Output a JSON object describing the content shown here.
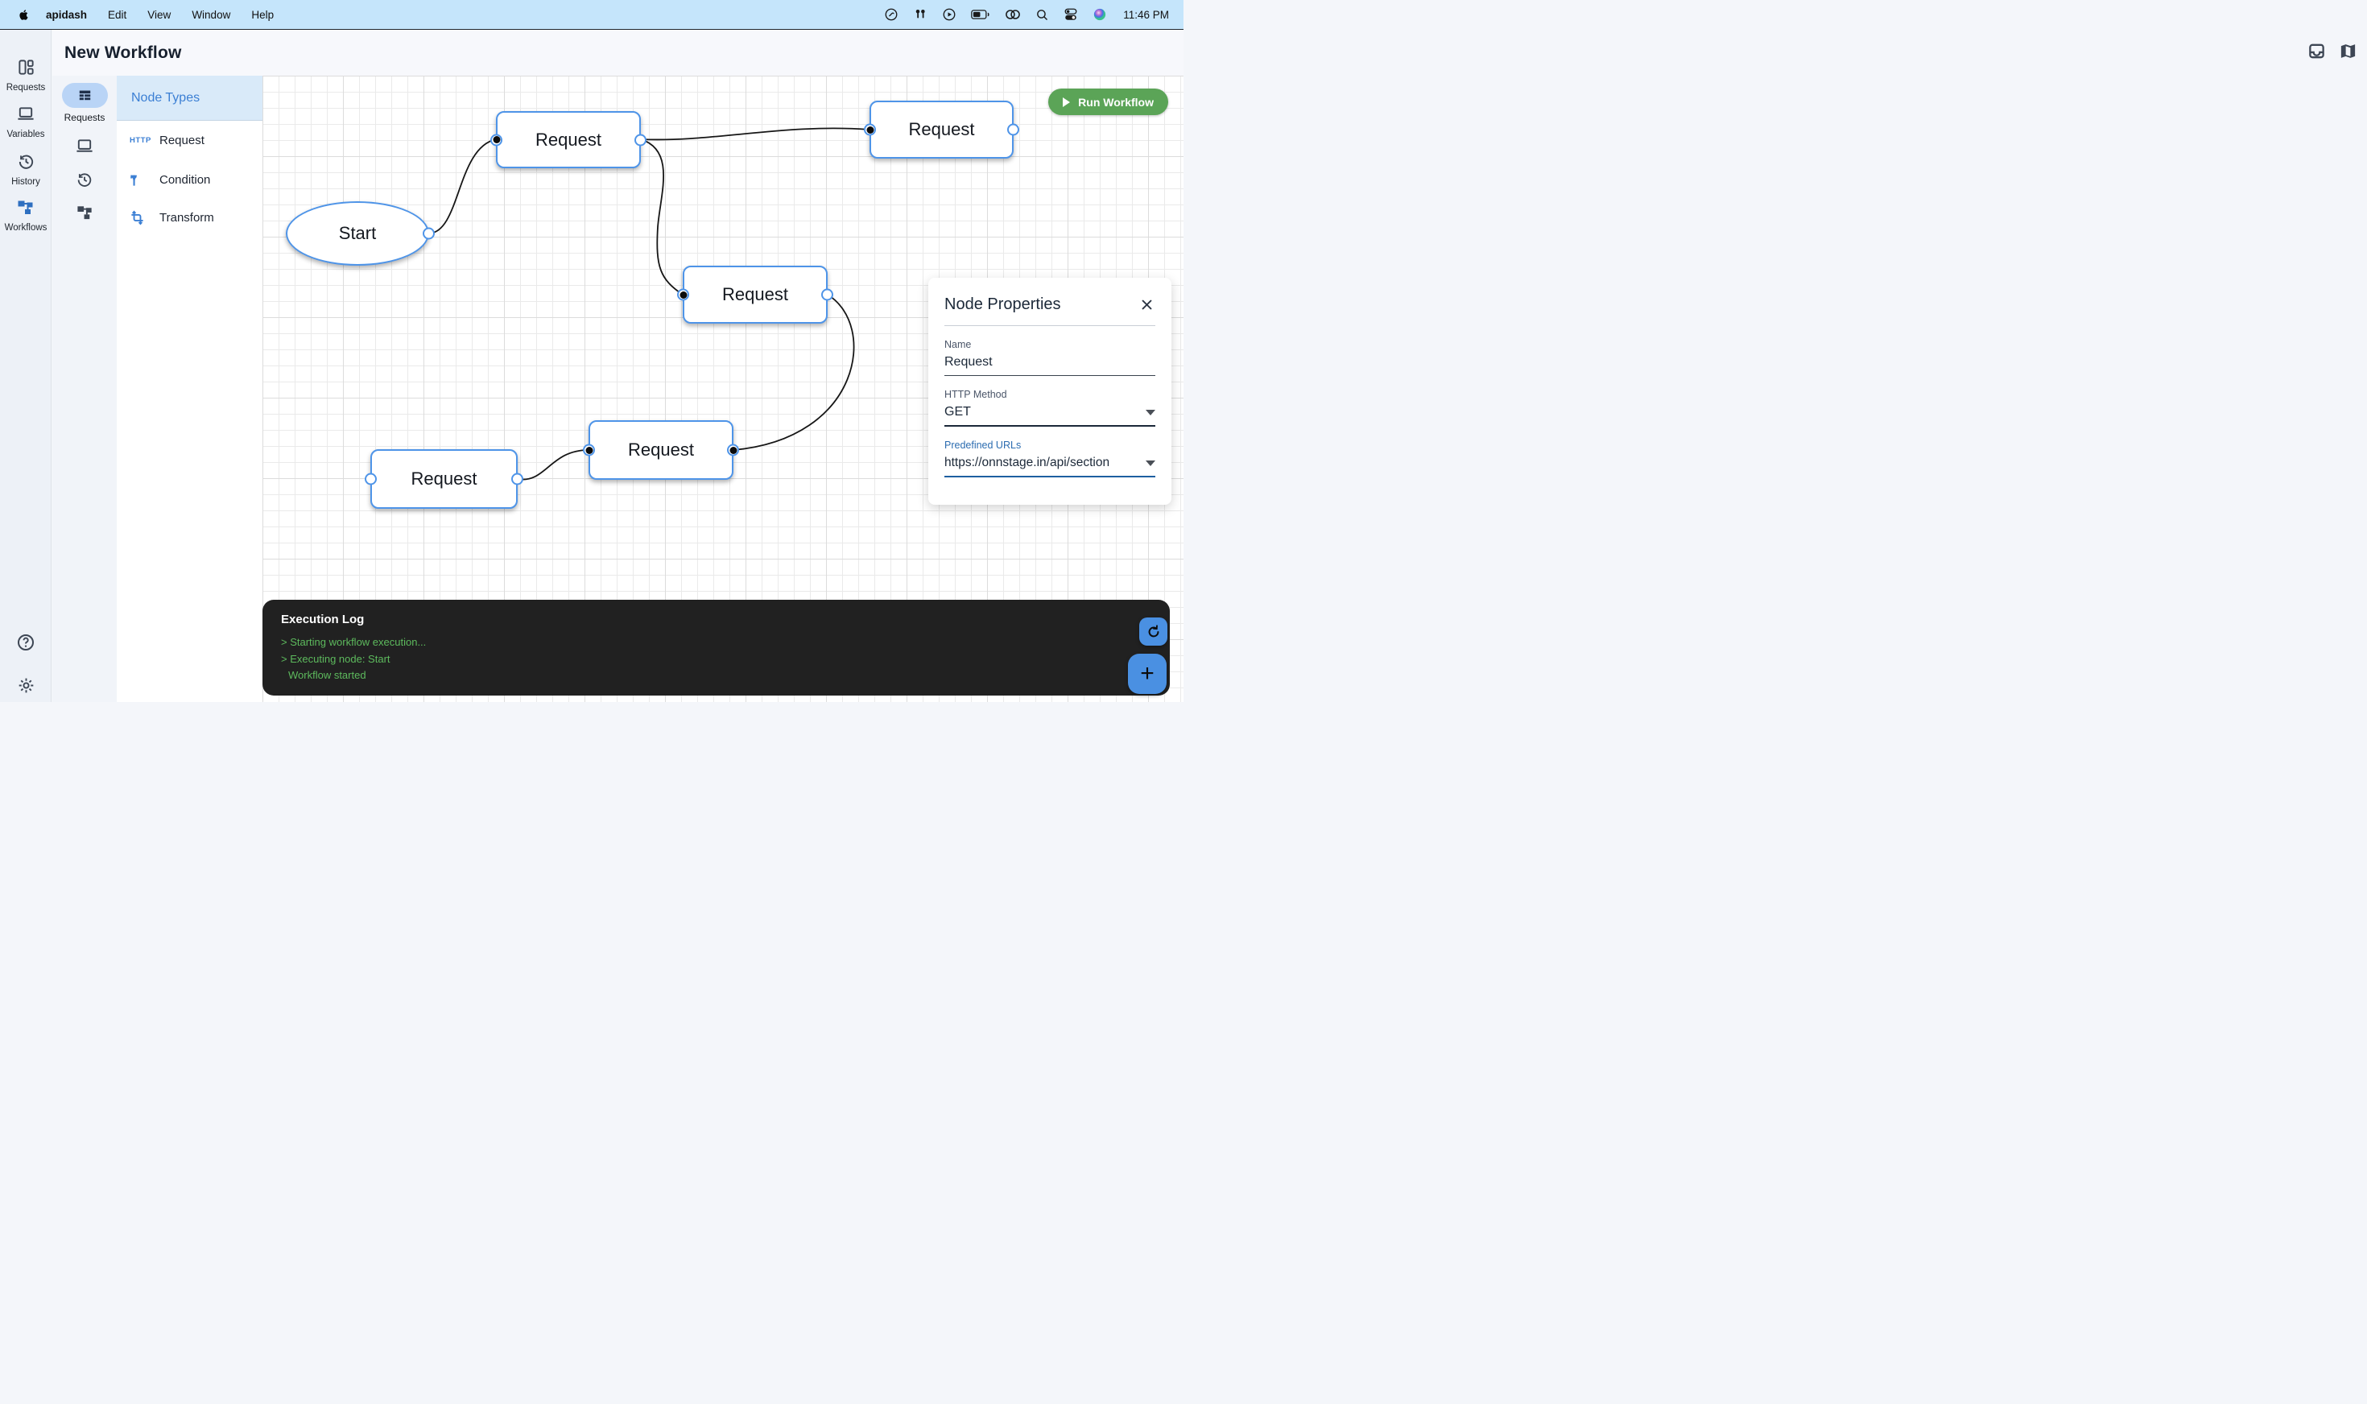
{
  "menu_bar": {
    "app_name": "apidash",
    "menus": [
      "Edit",
      "View",
      "Window",
      "Help"
    ],
    "time": "11:46 PM",
    "status_icons": [
      "creative-cloud",
      "airpods",
      "play-circle",
      "battery",
      "linked-rings",
      "spotlight-search",
      "control-center",
      "siri"
    ]
  },
  "header": {
    "title": "New Workflow"
  },
  "primary_sidebar": {
    "items": [
      {
        "label": "Requests"
      },
      {
        "label": "Variables"
      },
      {
        "label": "History"
      },
      {
        "label": "Workflows",
        "active": true
      }
    ]
  },
  "secondary_sidebar": {
    "active_item_label": "Requests"
  },
  "node_types": {
    "title": "Node Types",
    "items": [
      {
        "badge": "HTTP",
        "label": "Request"
      },
      {
        "badge": "",
        "label": "Condition"
      },
      {
        "badge": "",
        "label": "Transform"
      }
    ]
  },
  "canvas": {
    "run_button_label": "Run Workflow",
    "nodes": [
      {
        "label": "Start"
      },
      {
        "label": "Request"
      },
      {
        "label": "Request"
      },
      {
        "label": "Request"
      },
      {
        "label": "Request"
      },
      {
        "label": "Request"
      }
    ]
  },
  "node_properties": {
    "title": "Node Properties",
    "name_label": "Name",
    "name_value": "Request",
    "method_label": "HTTP Method",
    "method_value": "GET",
    "urls_label": "Predefined URLs",
    "urls_value": "https://onnstage.in/api/section"
  },
  "execution_log": {
    "title": "Execution Log",
    "lines": [
      "> Starting workflow execution...",
      "> Executing node: Start",
      "Workflow started"
    ]
  },
  "colors": {
    "accent_blue": "#4e94e8",
    "run_green": "#5ba457",
    "log_green": "#5dba5d",
    "menubar_blue": "#c5e5fb"
  }
}
